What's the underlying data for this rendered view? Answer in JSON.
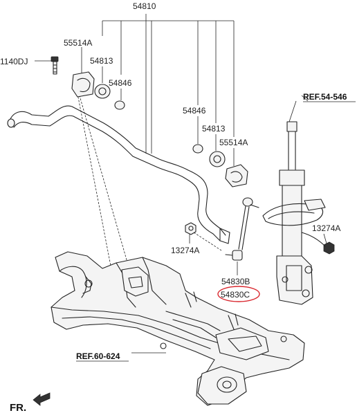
{
  "labels": {
    "top": "54810",
    "l_55514A_left": "55514A",
    "l_54813_left": "54813",
    "l_54846_left": "54846",
    "l_1140DJ": "1140DJ",
    "l_54846_right": "54846",
    "l_54813_right": "54813",
    "l_55514A_right": "55514A",
    "l_13274A_left": "13274A",
    "l_13274A_right": "13274A",
    "l_54830B": "54830B",
    "l_54830C": "54830C",
    "ref_strut": "REF.54-546",
    "ref_subframe": "REF.60-624",
    "front": "FR."
  },
  "highlight_color": "#d9272e"
}
